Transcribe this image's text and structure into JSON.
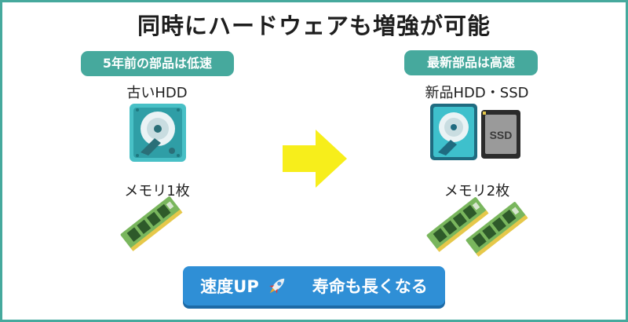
{
  "title": "同時にハードウェアも増強が可能",
  "left": {
    "badge": "5年前の部品は低速",
    "storage_label": "古いHDD",
    "memory_label": "メモリ1枚",
    "icons": {
      "storage": "hard-disk-icon",
      "memory": "ram-module-icon"
    }
  },
  "right": {
    "badge": "最新部品は高速",
    "storage_label": "新品HDD・SSD",
    "ssd_text": "SSD",
    "memory_label": "メモリ2枚",
    "icons": {
      "storage": [
        "hard-disk-icon",
        "ssd-icon"
      ],
      "memory": "ram-module-icon"
    }
  },
  "arrow": {
    "icon": "arrow-right-icon",
    "color": "#f7ee1b"
  },
  "footer": {
    "left_text": "速度UP",
    "rocket_icon": "rocket-icon",
    "right_text": "寿命も長くなる"
  },
  "colors": {
    "accent": "#46a99d",
    "button": "#2f8fd6",
    "arrow": "#f7ee1b",
    "ram_board": "#79b65d",
    "hdd_body": "#48c0c6"
  }
}
